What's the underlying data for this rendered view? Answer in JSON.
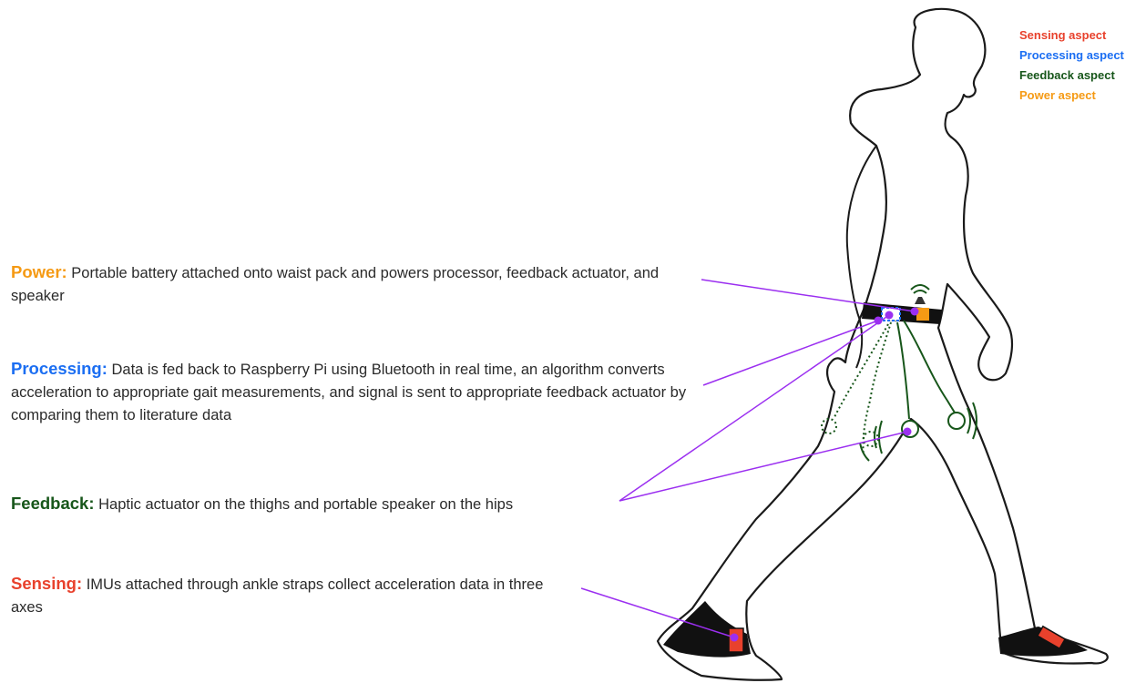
{
  "legend": {
    "items": [
      {
        "label": "Sensing aspect",
        "color": "#e8412c"
      },
      {
        "label": "Processing aspect",
        "color": "#1b6ef2"
      },
      {
        "label": "Feedback aspect",
        "color": "#17561a"
      },
      {
        "label": "Power aspect",
        "color": "#f59a14"
      }
    ]
  },
  "annotations": {
    "power": {
      "label": "Power:",
      "text": " Portable battery attached onto waist pack and powers processor, feedback actuator, and speaker",
      "color": "#f59a14"
    },
    "processing": {
      "label": "Processing:",
      "text": " Data is fed back to Raspberry Pi using Bluetooth in real time, an algorithm converts acceleration to appropriate gait measurements, and signal is sent to appropriate feedback actuator by comparing them to literature data",
      "color": "#1b6ef2"
    },
    "feedback": {
      "label": "Feedback:",
      "text": " Haptic actuator on the thighs and portable speaker on the hips",
      "color": "#17561a"
    },
    "sensing": {
      "label": "Sensing:",
      "text": " IMUs attached through ankle straps collect acceleration data in three axes",
      "color": "#e8412c"
    }
  },
  "colors": {
    "leader_line": "#9b2ff0",
    "outline": "#1a1a1a",
    "belt": "#111111"
  }
}
